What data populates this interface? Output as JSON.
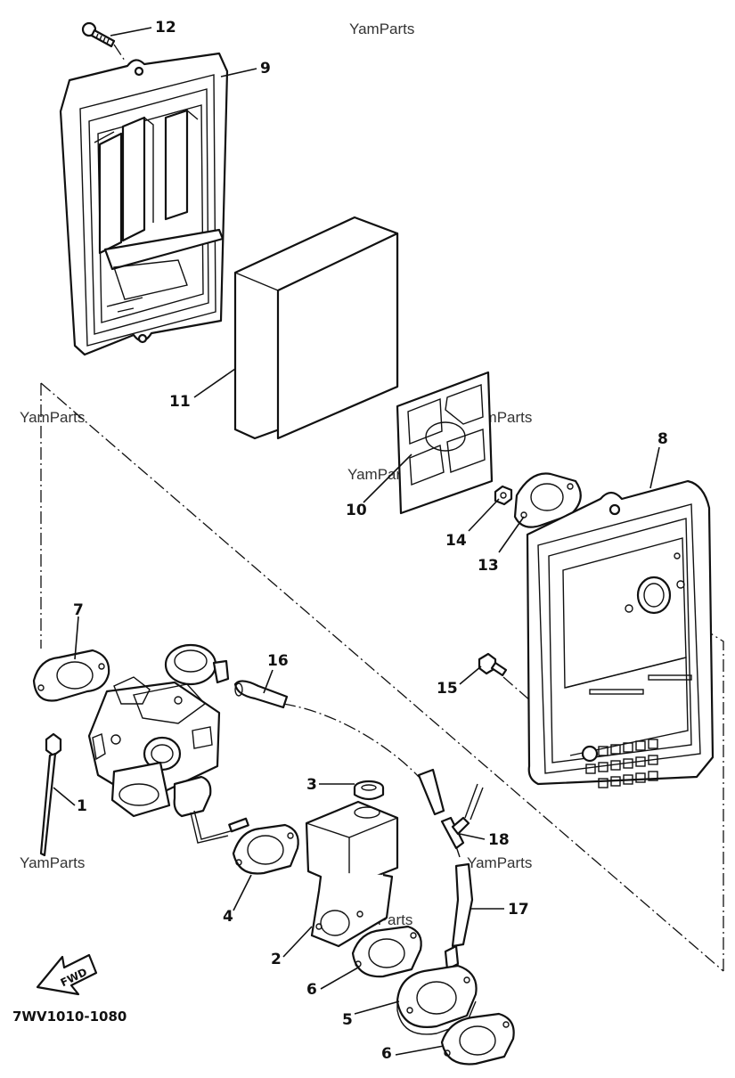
{
  "diagram": {
    "code": "7WV1010-1080",
    "fwd_label": "FWD",
    "watermark": "YamParts",
    "callouts": {
      "p1": "1",
      "p2": "2",
      "p3": "3",
      "p4": "4",
      "p5": "5",
      "p6a": "6",
      "p6b": "6",
      "p7": "7",
      "p8": "8",
      "p9": "9",
      "p10": "10",
      "p11": "11",
      "p12": "12",
      "p13": "13",
      "p14": "14",
      "p15": "15",
      "p16": "16",
      "p17": "17",
      "p18": "18"
    }
  }
}
